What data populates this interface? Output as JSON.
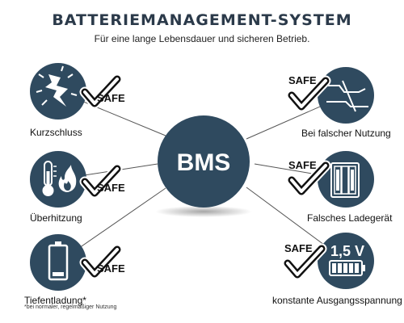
{
  "header": {
    "title": "BATTERIEMANAGEMENT-SYSTEM",
    "subtitle": "Für eine lange Lebensdauer und sicheren Betrieb."
  },
  "center": {
    "label": "BMS"
  },
  "safe_label": "SAFE",
  "features": {
    "kurzschluss": {
      "label": "Kurzschluss",
      "icon": "lightning-strike-icon"
    },
    "ueberhitzung": {
      "label": "Überhitzung",
      "icon": "thermometer-flame-icon"
    },
    "tiefentladung": {
      "label": "Tiefentladung*",
      "icon": "low-battery-icon"
    },
    "falsche_nutzung": {
      "label": "Bei falscher Nutzung",
      "icon": "broken-connection-icon"
    },
    "falsches_ladegeraet": {
      "label": "Falsches Ladegerät",
      "icon": "battery-charger-icon"
    },
    "ausgangsspannung": {
      "label": "konstante Ausgangsspannung",
      "icon": "voltage-battery-icon",
      "voltage": "1,5 V"
    }
  },
  "footnote": "*bei normaler, regelmäßiger Nutzung",
  "colors": {
    "circle": "#2f4a5f",
    "line": "#555555",
    "text": "#111111"
  }
}
